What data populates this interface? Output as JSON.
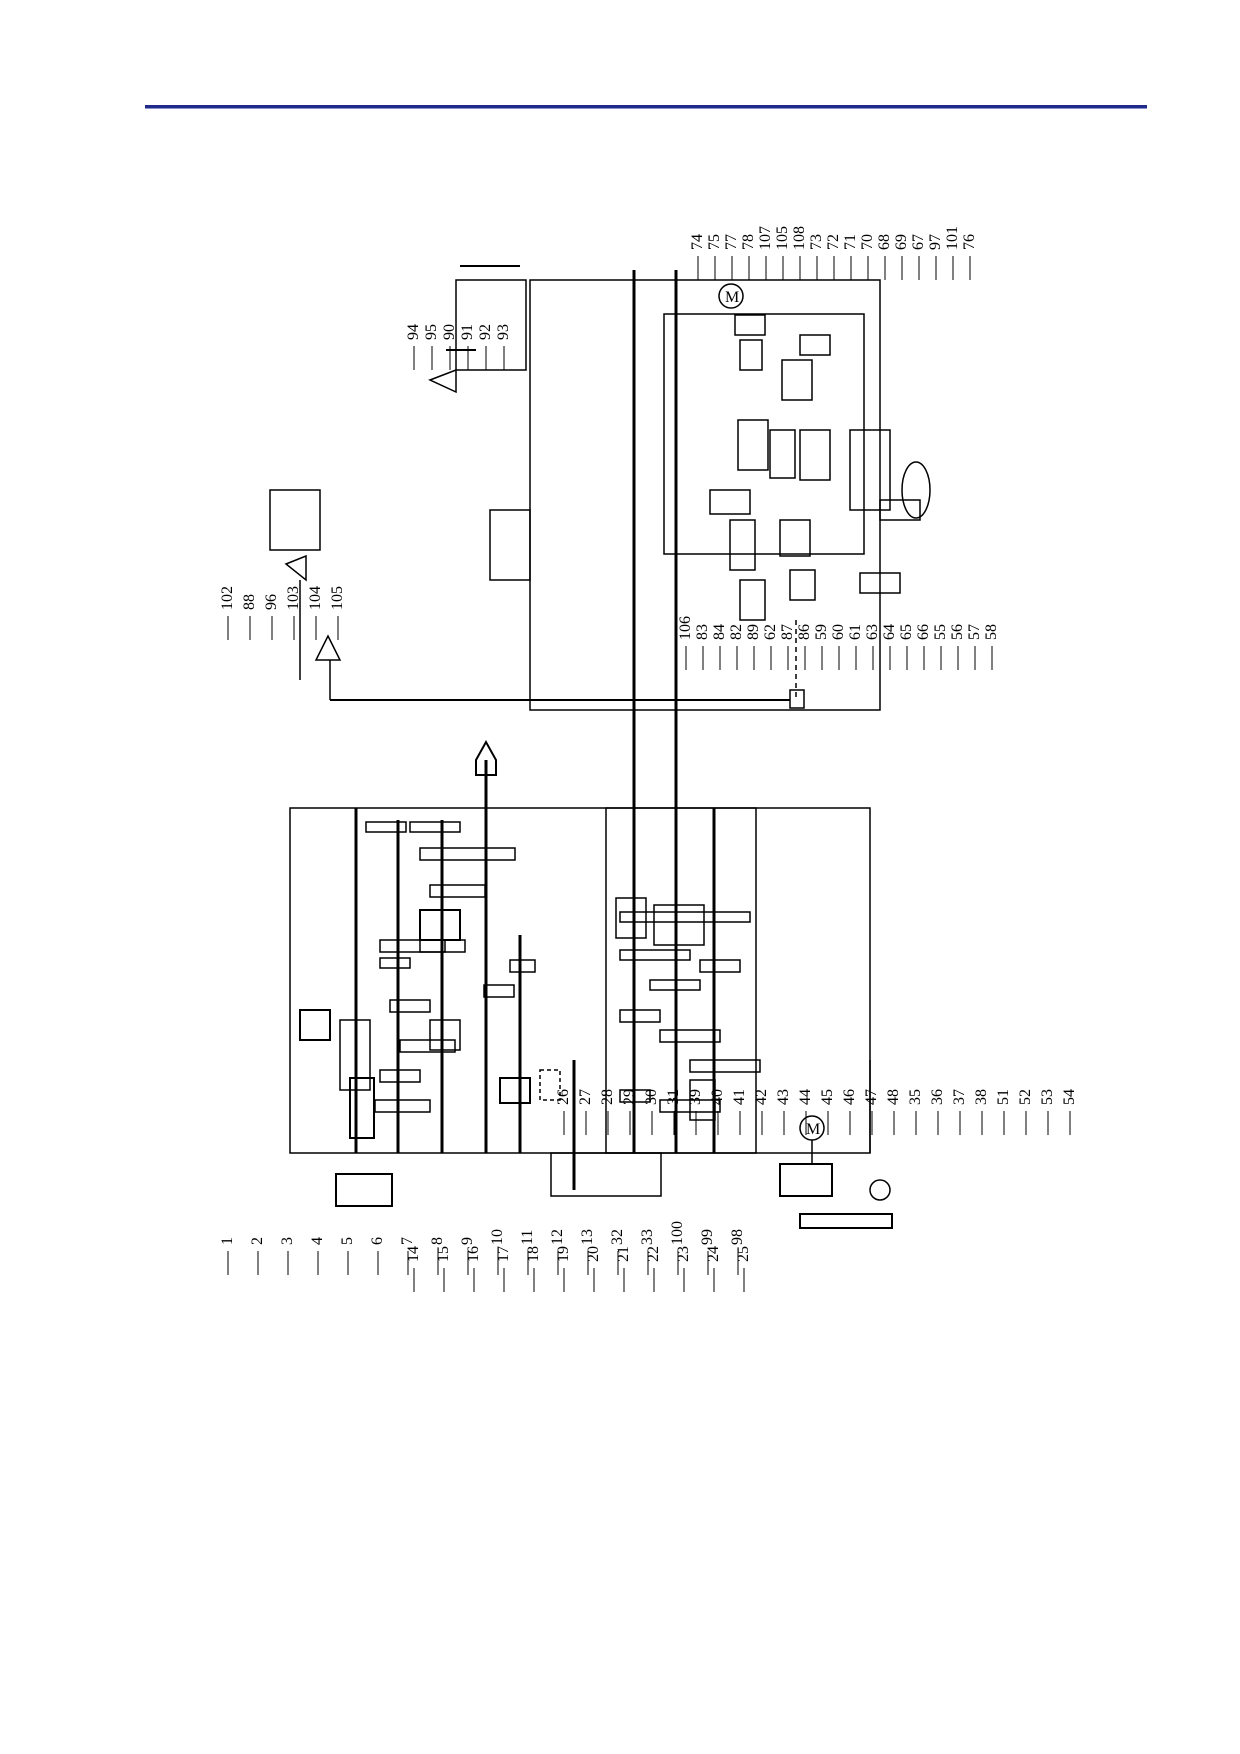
{
  "diagram": {
    "callouts_bottom_left": [
      "1",
      "2",
      "3",
      "4",
      "5",
      "6",
      "7",
      "8",
      "9",
      "10",
      "11",
      "12",
      "13",
      "32",
      "33",
      "100",
      "99",
      "98"
    ],
    "callouts_top_left": [
      "14",
      "15",
      "16",
      "17",
      "18",
      "19",
      "20",
      "21",
      "22",
      "23",
      "24",
      "25"
    ],
    "callouts_mid_left": [
      "26",
      "27",
      "28",
      "29",
      "30",
      "31",
      "39",
      "40",
      "41",
      "42",
      "43",
      "44",
      "45",
      "46",
      "47",
      "48",
      "35",
      "36",
      "37",
      "38",
      "51",
      "52",
      "53",
      "54"
    ],
    "callouts_apron_top": [
      "74",
      "75",
      "77",
      "78",
      "107",
      "105",
      "108",
      "73",
      "72",
      "71",
      "70",
      "68",
      "69",
      "67",
      "97",
      "101",
      "76"
    ],
    "callouts_apron_bottom": [
      "106",
      "83",
      "84",
      "82",
      "89",
      "62",
      "87",
      "86",
      "59",
      "60",
      "61",
      "63",
      "64",
      "65",
      "66",
      "55",
      "56",
      "57",
      "58"
    ],
    "callouts_tailstock": [
      "94",
      "95",
      "90",
      "91",
      "92",
      "93"
    ],
    "callouts_carriage": [
      "102",
      "88",
      "96",
      "103",
      "104",
      "105"
    ],
    "motor_symbol": "M"
  }
}
